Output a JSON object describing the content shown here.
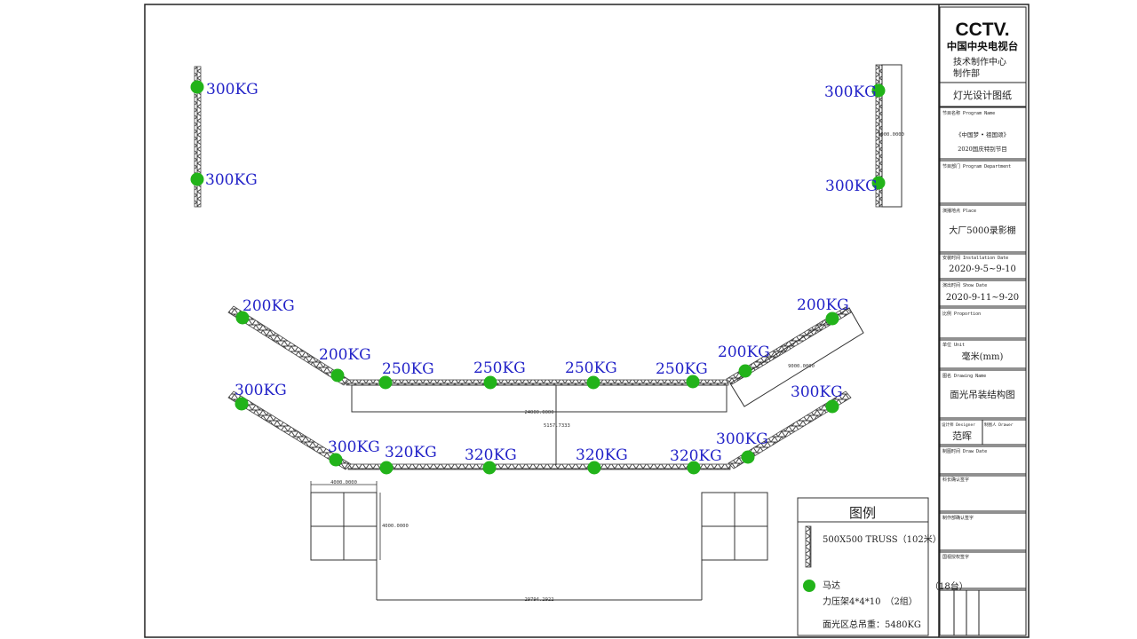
{
  "load_labels": {
    "top_left_upper": "300KG",
    "top_left_lower": "300KG",
    "top_right_upper": "300KG",
    "top_right_lower": "300KG",
    "r1_left_outer": "200KG",
    "r1_left_inner": "200KG",
    "r1_c1": "250KG",
    "r1_c2": "250KG",
    "r1_c3": "250KG",
    "r1_c4": "250KG",
    "r1_right_inner": "200KG",
    "r1_right_outer": "200KG",
    "r2_left_outer": "300KG",
    "r2_left_inner": "300KG",
    "r2_c1": "320KG",
    "r2_c2": "320KG",
    "r2_c3": "320KG",
    "r2_c4": "320KG",
    "r2_right_inner": "300KG",
    "r2_right_outer": "300KG"
  },
  "dimensions": {
    "top_right_truss": "9000.0000",
    "right_angled_truss": "9000.0000",
    "center_span": "24000.0000",
    "row_gap": "5157.7333",
    "grid_width": "4000.0000",
    "grid_height": "4000.0000",
    "bottom_span": "29794.2922"
  },
  "title_block": {
    "logo": "CCTV.",
    "logo_cn": "中国中央电视台",
    "dept_line1": "技术制作中心",
    "dept_line2": "制作部",
    "drawing_type": "灯光设计图纸",
    "program_name_label": "节目名称 Program Name",
    "program_name_1": "《中国梦 • 祖国颂》",
    "program_name_2": "2020国庆特别节目",
    "program_dept_label": "节目部门 Program Department",
    "place_label": "演播地点 Place",
    "place_value": "大厂5000录影棚",
    "install_label": "安装时间 Installation Date",
    "install_value": "2020-9-5~9-10",
    "show_label": "演出时间 Show Date",
    "show_value": "2020-9-11~9-20",
    "proportion_label": "比例 Proportion",
    "unit_label": "单位 Unit",
    "unit_value": "毫米(mm)",
    "drawing_name_label": "图名 Drawing Name",
    "drawing_name_value": "面光吊装结构图",
    "designer_label": "设计师 Designer",
    "drawer_label": "制图人 Drawer",
    "designer_value": "范晖",
    "draw_date_label": "制图时间 Draw Date",
    "sign1_label": "科长确认签字",
    "sign2_label": "制作部确认签字",
    "sign3_label": "国视授权签字"
  },
  "legend": {
    "title": "图例",
    "truss": "500X500 TRUSS（102米）",
    "motor": "马达",
    "motor_count": "（18台）",
    "press_frame": "力压架4*4*10　（2组）",
    "total": "面光区总吊重：5480KG"
  },
  "colors": {
    "motor": "#22b31a",
    "label": "#2323c8",
    "line": "#333333"
  }
}
